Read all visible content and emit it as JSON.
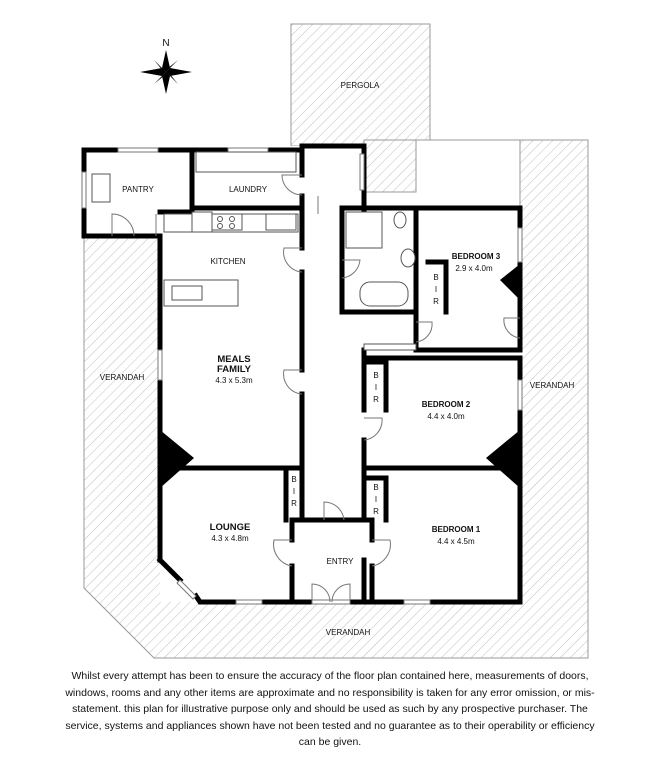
{
  "compass": {
    "north_label": "N"
  },
  "rooms": {
    "pergola": {
      "name": "PERGOLA"
    },
    "pantry": {
      "name": "PANTRY"
    },
    "laundry": {
      "name": "LAUNDRY"
    },
    "kitchen": {
      "name": "KITCHEN"
    },
    "meals_family": {
      "name_line1": "MEALS",
      "name_line2": "FAMILY",
      "size": "4.3 x 5.3m"
    },
    "bedroom3": {
      "name": "BEDROOM 3",
      "size": "2.9 x 4.0m"
    },
    "bedroom2": {
      "name": "BEDROOM 2",
      "size": "4.4 x 4.0m"
    },
    "bedroom1": {
      "name": "BEDROOM 1",
      "size": "4.4 x 4.5m"
    },
    "lounge": {
      "name": "LOUNGE",
      "size": "4.3 x 4.8m"
    },
    "entry": {
      "name": "ENTRY"
    },
    "verandah_west": {
      "name": "VERANDAH"
    },
    "verandah_east": {
      "name": "VERANDAH"
    },
    "verandah_south": {
      "name": "VERANDAH"
    }
  },
  "robes": {
    "bir_letters": [
      "B",
      "I",
      "R"
    ]
  },
  "disclaimer": "Whilst every attempt has been to ensure the accuracy of the floor plan contained here, measurements of doors, windows, rooms and any other items are approximate and no responsibility is taken for any error omission, or mis-statement. this plan for illustrative purpose only and should be used as such by any prospective purchaser. The service, systems and appliances shown have not been tested and no guarantee as to their operability or efficiency can be given."
}
